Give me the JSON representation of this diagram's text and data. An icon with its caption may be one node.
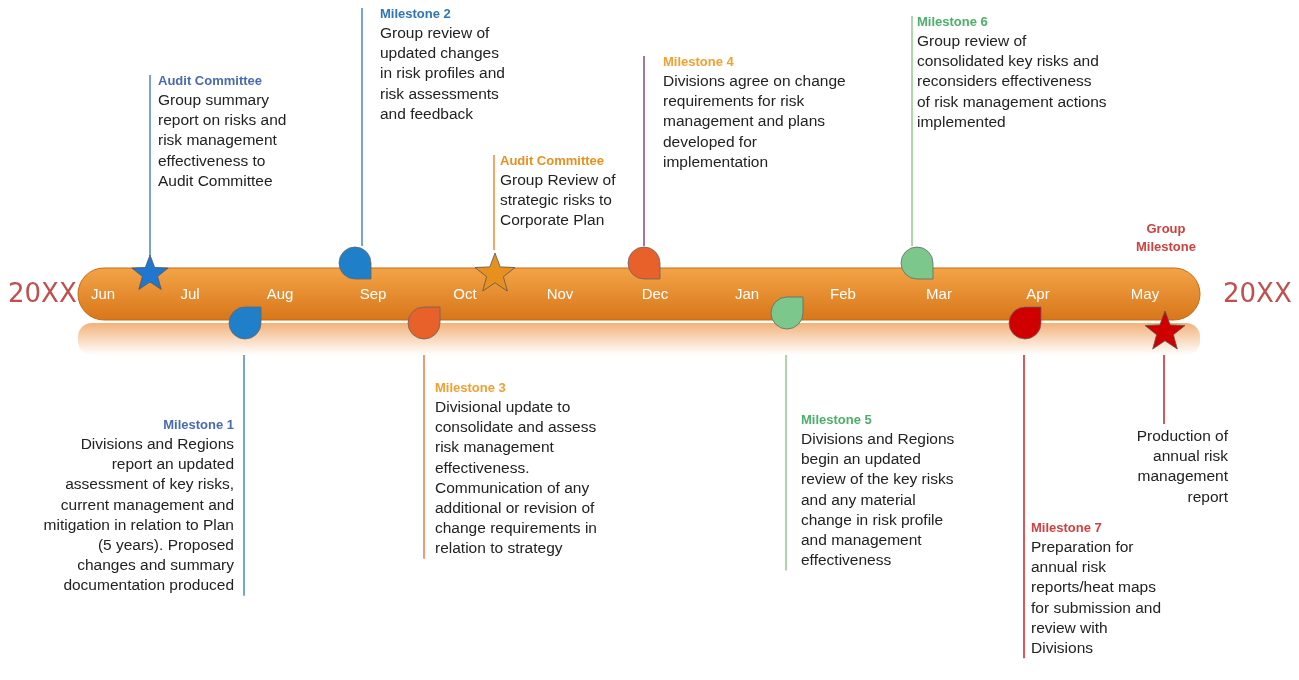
{
  "diagram": {
    "nodes": [
      {
        "text": [],
        "shape": "bar"
      },
      {
        "text": [],
        "shape": "star"
      },
      {
        "text": [],
        "shape": "pin"
      },
      {
        "text": [],
        "shape": "star"
      },
      {
        "text": [],
        "shape": "pin"
      },
      {
        "text": [],
        "shape": "pin"
      },
      {
        "text": [],
        "shape": "pin"
      },
      {
        "text": [],
        "shape": "pin"
      },
      {
        "text": [],
        "shape": "pin"
      },
      {
        "text": [],
        "shape": "pin"
      },
      {
        "text": [],
        "shape": "star"
      },
      {
        "text": [
          "Audit Committee",
          "Group summary report on risks and risk management effectiveness to Audit Committee"
        ]
      },
      {
        "text": [
          "Milestone 2",
          "Group review of updated changes in risk profiles and risk assessments and feedback"
        ]
      },
      {
        "text": [
          "Audit Committee",
          "Group Review of strategic risks to Corporate Plan"
        ]
      },
      {
        "text": [
          "Milestone 4",
          "Divisions agree on change requirements for risk management and plans developed for implementation"
        ]
      },
      {
        "text": [
          "Milestone 6",
          "Group review of consolidated key risks and reconsiders effectiveness of risk management actions implemented"
        ]
      },
      {
        "text": [
          "Milestone 1",
          "Divisions and Regions report an updated assessment of  key risks, current management and mitigation in relation to Plan (5 years). Proposed changes and summary documentation produced"
        ]
      },
      {
        "text": [
          "Milestone 3",
          "Divisional update to consolidate and assess risk management effectiveness. Communication of any additional or revision of change requirements in relation to strategy"
        ]
      },
      {
        "text": [
          "Milestone 5",
          "Divisions and Regions begin an updated review of the key risks and any material change in risk profile and management effectiveness"
        ]
      },
      {
        "text": [
          "Production of annual risk management report"
        ]
      },
      {
        "text": [
          "Milestone 7",
          "Preparation for annual risk reports/heat maps for submission and review with Divisions"
        ]
      }
    ],
    "edges": [
      {
        "from": 11,
        "to": 1,
        "arrow": "none",
        "color": "#2e75b6"
      },
      {
        "from": 12,
        "to": 2,
        "arrow": "none",
        "color": "#2e75b6"
      },
      {
        "from": 13,
        "to": 3,
        "arrow": "none",
        "color": "#e07b1a"
      },
      {
        "from": 14,
        "to": 4,
        "arrow": "none",
        "color": "#7b2d6b"
      },
      {
        "from": 15,
        "to": 5,
        "arrow": "none",
        "color": "#7fc37a"
      },
      {
        "from": 16,
        "to": 6,
        "arrow": "none",
        "color": "#2e75b6"
      },
      {
        "from": 17,
        "to": 7,
        "arrow": "none",
        "color": "#e8652a"
      },
      {
        "from": 18,
        "to": 8,
        "arrow": "none",
        "color": "#7fc37a"
      },
      {
        "from": 19,
        "to": 10,
        "arrow": "none",
        "color": "#c00000"
      },
      {
        "from": 20,
        "to": 9,
        "arrow": "none",
        "color": "#c00000"
      }
    ],
    "labels": [
      "Group Milestone",
      "20XX",
      "Jun",
      "Jul",
      "Aug",
      "Sep",
      "Oct",
      "Nov",
      "Dec",
      "Jan",
      "Feb",
      "Mar",
      "Apr",
      "May",
      "20XX"
    ]
  }
}
